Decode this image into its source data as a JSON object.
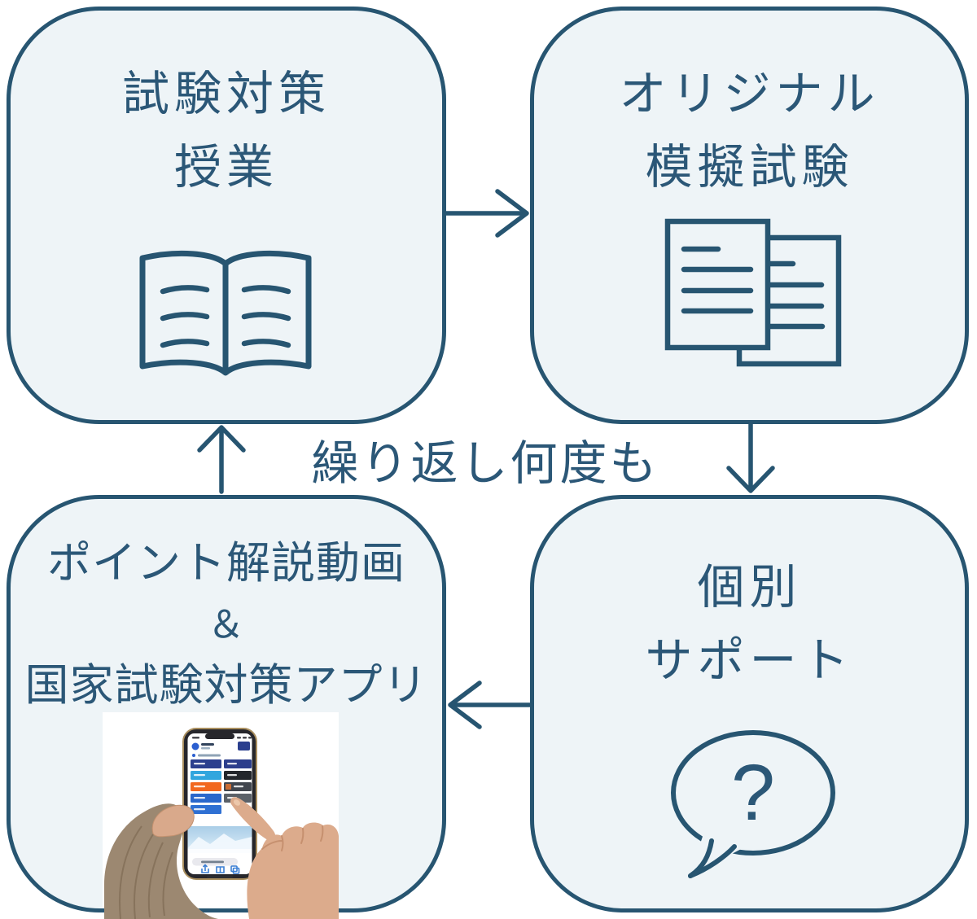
{
  "diagram": {
    "cycle_label": "繰り返し何度も",
    "boxes": {
      "exam_prep": {
        "line1": "試験対策",
        "line2": "授業"
      },
      "mock_exam": {
        "line1": "オリジナル",
        "line2": "模擬試験"
      },
      "support": {
        "line1": "個別",
        "line2": "サポート",
        "bubble_mark": "?"
      },
      "video_app": {
        "line1": "ポイント解説動画",
        "line2": "＆",
        "line3": "国家試験対策アプリ"
      }
    },
    "icons": {
      "exam_prep": "open-book-icon",
      "mock_exam": "exam-papers-icon",
      "support": "question-speech-bubble-icon",
      "video_app": "smartphone-in-hands-photo"
    },
    "colors": {
      "box_fill": "#eef4f7",
      "ink": "#275571",
      "text": "#2b5777"
    }
  }
}
